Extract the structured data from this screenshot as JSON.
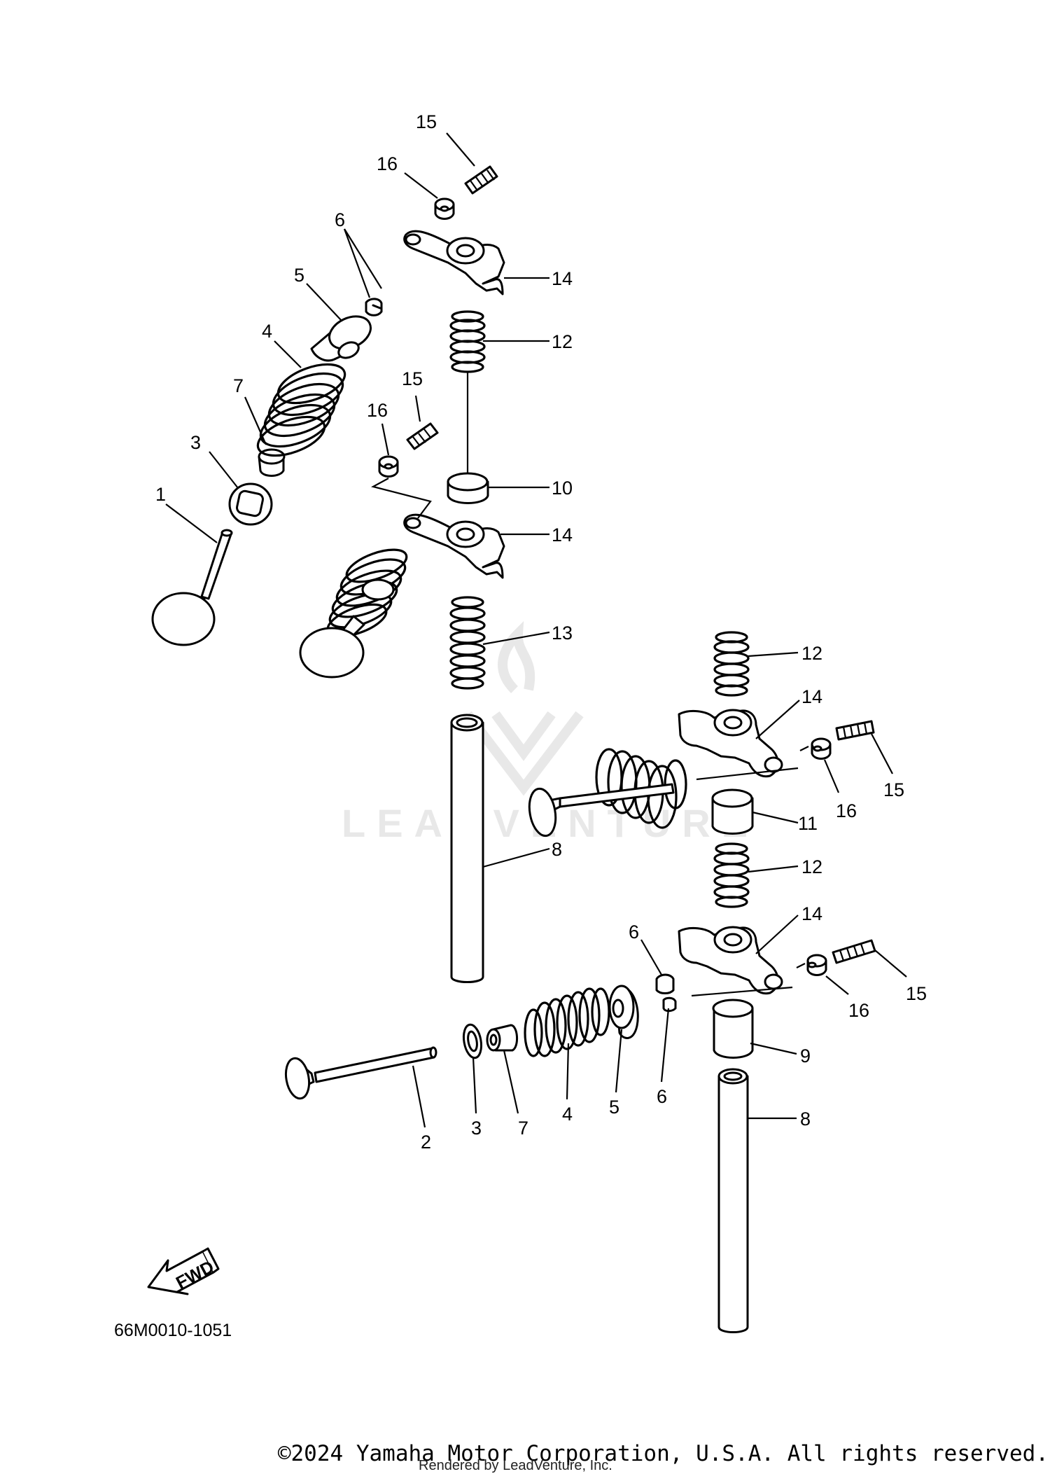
{
  "diagram_code": "66M0010-1051",
  "fwd_label": "FWD",
  "watermark": "LEADVENTURE",
  "copyright": "©2024 Yamaha Motor Corporation, U.S.A. All rights reserved.",
  "rendered_by": "Rendered by LeadVenture, Inc.",
  "callouts": {
    "c15_top": "15",
    "c16_top": "16",
    "c6_top": "6",
    "c5_top": "5",
    "c4_top": "4",
    "c14_top": "14",
    "c12_top": "12",
    "c7_top": "7",
    "c15_mid": "15",
    "c16_mid": "16",
    "c3_top": "3",
    "c10": "10",
    "c1": "1",
    "c14_mid": "14",
    "c13": "13",
    "c12_right": "12",
    "c14_right": "14",
    "c15_right": "15",
    "c16_right": "16",
    "c11": "11",
    "c8_left": "8",
    "c12_low": "12",
    "c14_low": "14",
    "c6_low_top": "6",
    "c15_low": "15",
    "c16_low": "16",
    "c9": "9",
    "c2": "2",
    "c3_low": "3",
    "c7_low": "7",
    "c4_low": "4",
    "c5_low": "5",
    "c6_low": "6",
    "c8_right": "8"
  },
  "colors": {
    "line": "#000000",
    "watermark": "#e8e8e8",
    "background": "#ffffff"
  }
}
